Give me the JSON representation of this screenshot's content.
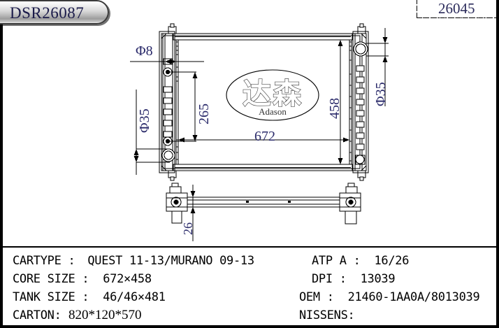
{
  "title_badge": {
    "label": "DSR26087"
  },
  "code_box": {
    "value": "26045"
  },
  "logo": {
    "chinese": "达森",
    "english": "Adason"
  },
  "drawing": {
    "dimensions": {
      "hole_top_left": "Φ8",
      "inlet_left": "Φ35",
      "inlet_right": "Φ35",
      "bracket_spacing": "265",
      "core_height": "458",
      "core_width": "672",
      "core_depth": "26"
    }
  },
  "spec": {
    "left": [
      {
        "label": "CARTYPE :",
        "value": "QUEST 11-13/MURANO 09-13"
      },
      {
        "label": "CORE SIZE :",
        "value": "672×458"
      },
      {
        "label": "TANK SIZE :",
        "value": "46/46×481"
      },
      {
        "label": "CARTON:",
        "value": "820*120*570"
      }
    ],
    "right": [
      {
        "label": "ATP A :",
        "value": "16/26"
      },
      {
        "label": "DPI :",
        "value": "13039"
      },
      {
        "label": "OEM :",
        "value": "21460-1AA0A/8013039"
      },
      {
        "label": "NISSENS:",
        "value": ""
      }
    ]
  },
  "colors": {
    "line": "#000000",
    "dim_text": "#2a2a6a",
    "badge_text": "#1b1b4a"
  }
}
